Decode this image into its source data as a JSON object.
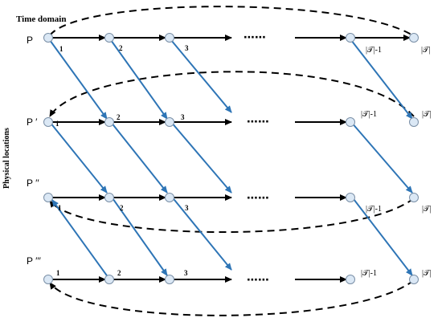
{
  "header": {
    "title": "Time domain"
  },
  "side_label": "Physical locations",
  "rows": [
    {
      "label": "P"
    },
    {
      "label": "P ′"
    },
    {
      "label": "P ′′"
    },
    {
      "label": "P ′′′"
    }
  ],
  "step_labels": [
    "1",
    "2",
    "3"
  ],
  "ellipsis": "⋯⋯",
  "end_labels": {
    "prev": "|𝒯|-1",
    "last": "|𝒯|"
  },
  "colors": {
    "node_fill": "#dbe8f5",
    "node_stroke": "#7a8fa6",
    "arrow_blue": "#2e75b6",
    "arrow_black": "#000000"
  }
}
